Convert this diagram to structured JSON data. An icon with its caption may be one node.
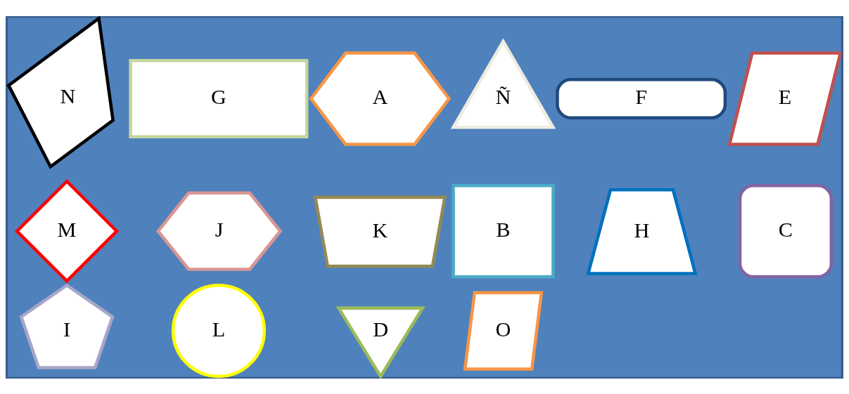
{
  "diagram": {
    "nodes": [
      {
        "text": [],
        "shape": "star"
      },
      {
        "text": [
          "A"
        ],
        "in": 0
      },
      {
        "text": [
          "B"
        ],
        "in": 0
      },
      {
        "text": [
          "C"
        ],
        "in": 0
      },
      {
        "text": [
          "D"
        ],
        "in": 0
      },
      {
        "text": [
          "E"
        ],
        "in": 0
      },
      {
        "text": [
          "F"
        ],
        "in": 0
      },
      {
        "text": [
          "G"
        ],
        "in": 0
      },
      {
        "text": [
          "H"
        ],
        "in": 0
      },
      {
        "text": [
          "I"
        ],
        "in": 0
      },
      {
        "text": [
          "J"
        ],
        "in": 0
      },
      {
        "text": [
          "K"
        ],
        "in": 0
      },
      {
        "text": [
          "L"
        ],
        "in": 0
      },
      {
        "text": [
          "M"
        ],
        "in": 0
      },
      {
        "text": [
          "N"
        ],
        "in": 0
      },
      {
        "text": [
          "Ñ"
        ],
        "in": 0
      },
      {
        "text": [
          "O"
        ],
        "in": 0
      }
    ],
    "edges": []
  }
}
